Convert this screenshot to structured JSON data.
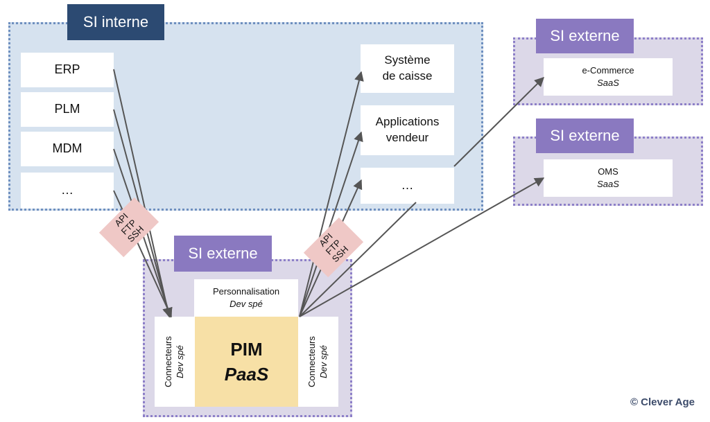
{
  "internal": {
    "title": "SI interne",
    "sources": [
      "ERP",
      "PLM",
      "MDM",
      "…"
    ],
    "targets": [
      {
        "line1": "Système",
        "line2": "de caisse"
      },
      {
        "line1": "Applications",
        "line2": "vendeur"
      },
      {
        "line1": "…",
        "line2": ""
      }
    ]
  },
  "external_ecommerce": {
    "title": "SI externe",
    "name": "e-Commerce",
    "type": "SaaS"
  },
  "external_oms": {
    "title": "SI externe",
    "name": "OMS",
    "type": "SaaS"
  },
  "external_pim": {
    "title": "SI externe",
    "custom": {
      "name": "Personnalisation",
      "type": "Dev spé"
    },
    "pim": {
      "name": "PIM",
      "type": "PaaS"
    },
    "connector_left": {
      "name": "Connecteurs",
      "type": "Dev spé"
    },
    "connector_right": {
      "name": "Connecteurs",
      "type": "Dev spé"
    }
  },
  "protocols": [
    "API",
    "FTP",
    "SSH"
  ],
  "copyright": "© Clever Age",
  "colors": {
    "internal_bg": "#d6e2ef",
    "internal_tag": "#2c4a72",
    "external_bg": "#dcd8e8",
    "external_tag": "#8a79c0",
    "pim_fill": "#f7e0a6",
    "protocol_fill": "#efc8c6",
    "arrow": "#555555"
  }
}
